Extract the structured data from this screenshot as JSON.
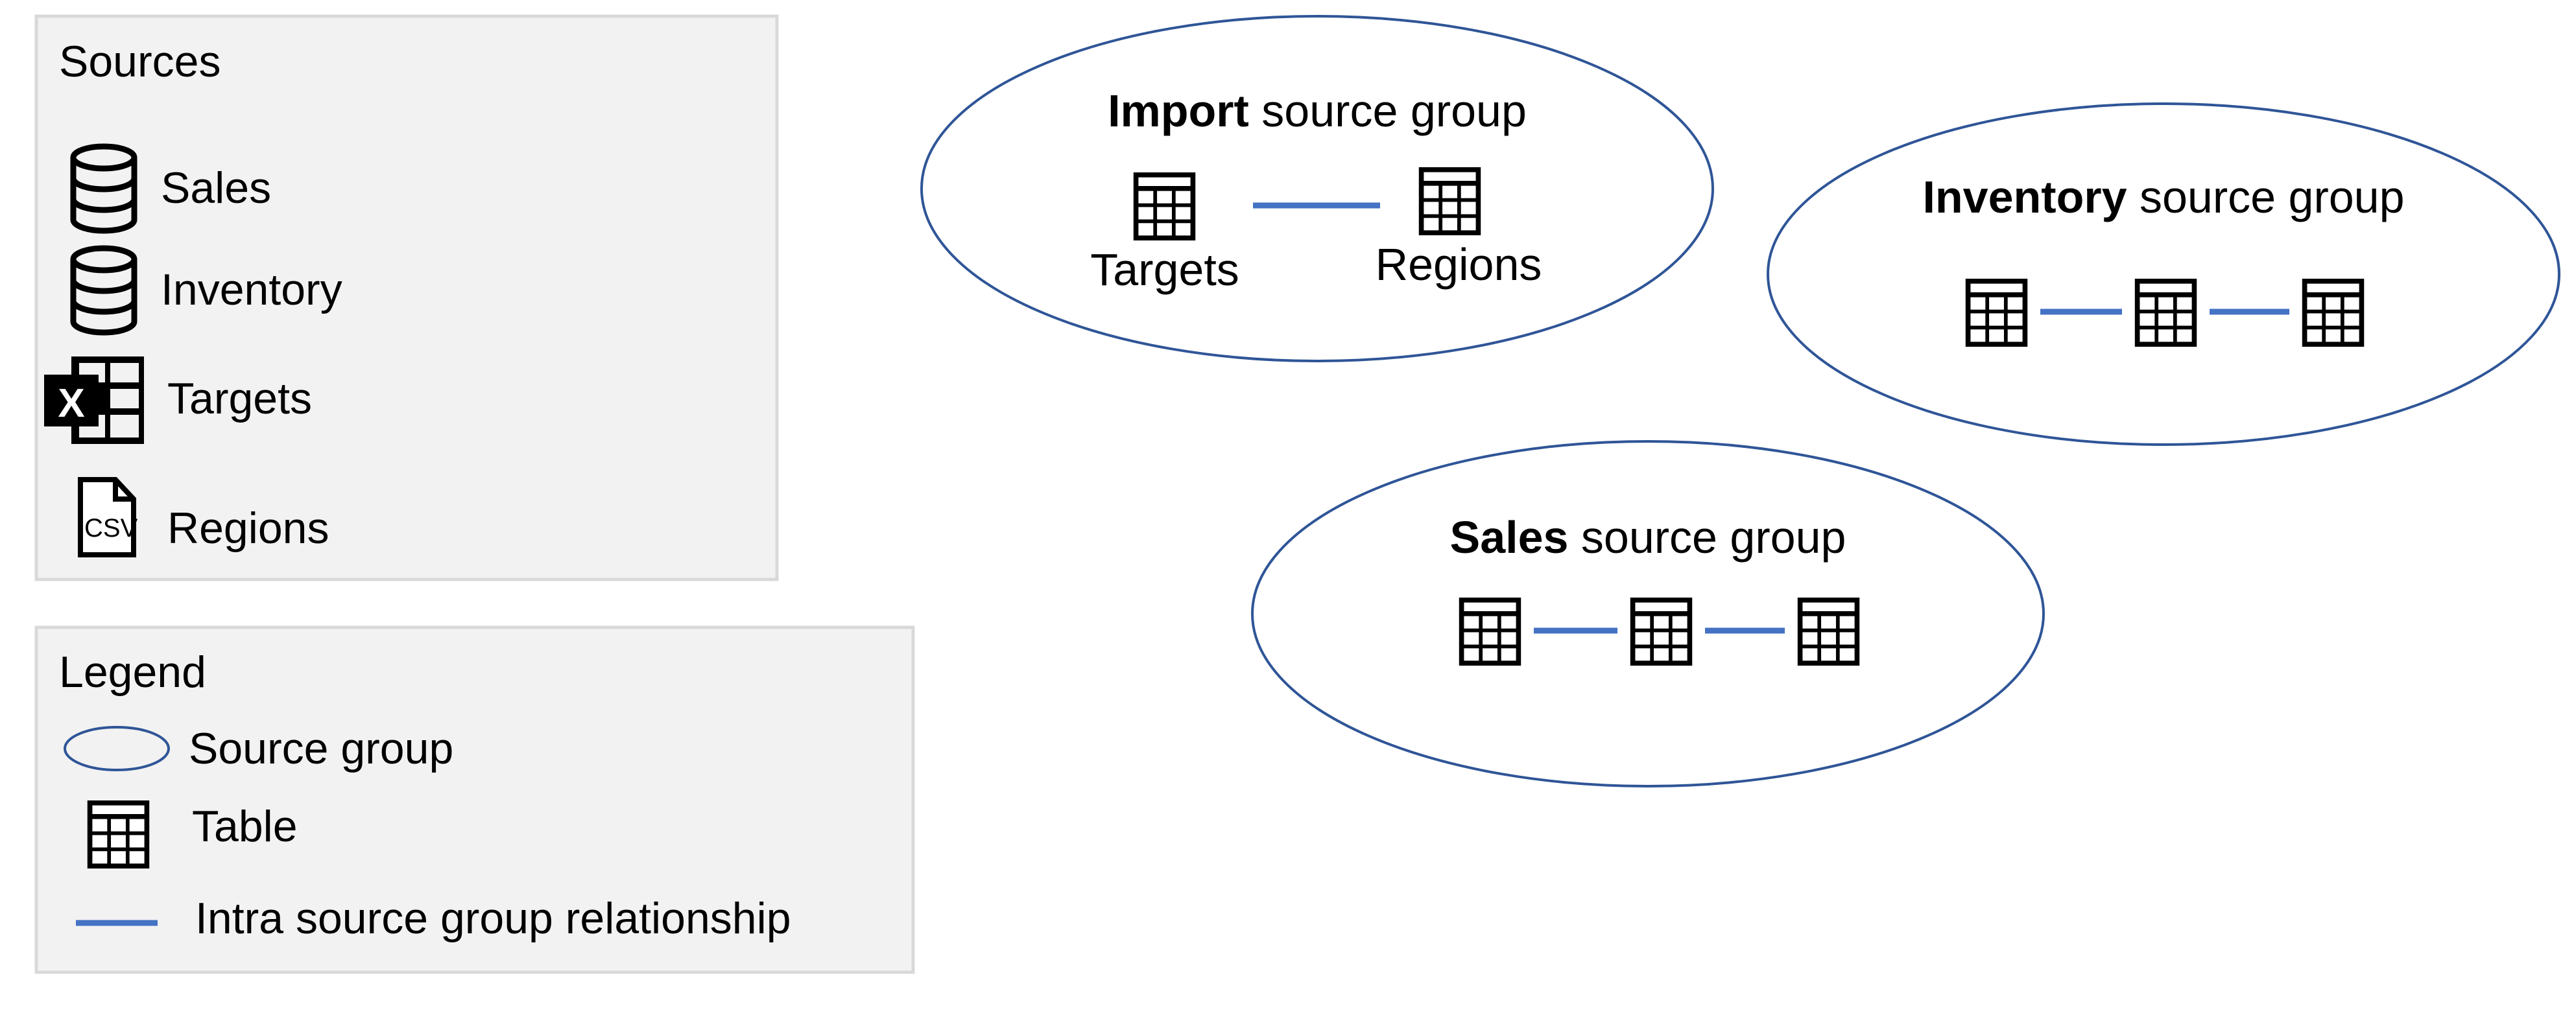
{
  "colors": {
    "panel_fill": "#f2f2f2",
    "panel_border": "#d9d9d9",
    "group_outline": "#2f5597",
    "relationship_line": "#4472c4"
  },
  "sources": {
    "title": "Sources",
    "items": [
      {
        "label": "Sales",
        "icon": "database-icon"
      },
      {
        "label": "Inventory",
        "icon": "database-icon"
      },
      {
        "label": "Targets",
        "icon": "excel-icon"
      },
      {
        "label": "Regions",
        "icon": "csv-file-icon"
      }
    ],
    "csv_icon_text": "CSV",
    "excel_icon_text": "X"
  },
  "legend": {
    "title": "Legend",
    "items": [
      {
        "label": "Source group",
        "icon": "ellipse-icon"
      },
      {
        "label": "Table",
        "icon": "table-icon"
      },
      {
        "label": "Intra source group relationship",
        "icon": "line-icon"
      }
    ]
  },
  "groups": {
    "import": {
      "name": "Import",
      "suffix": " source group",
      "tables": [
        "Targets",
        "Regions"
      ]
    },
    "inventory": {
      "name": "Inventory",
      "suffix": " source group",
      "table_count": 3
    },
    "sales": {
      "name": "Sales",
      "suffix": " source group",
      "table_count": 3
    }
  }
}
